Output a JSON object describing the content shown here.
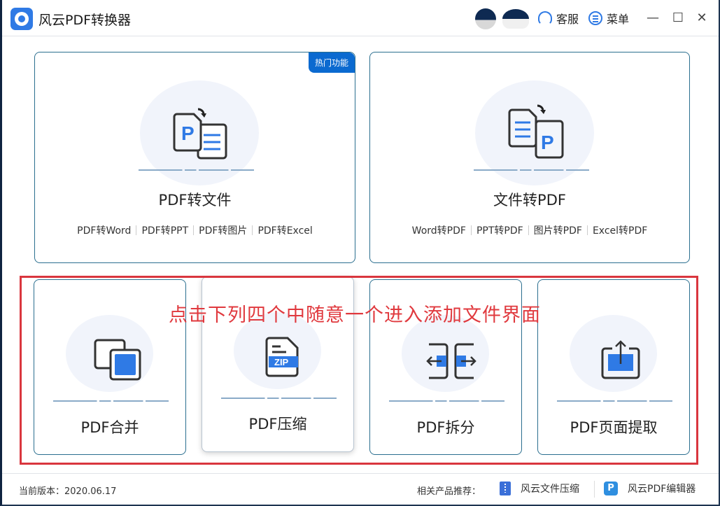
{
  "titlebar": {
    "app_name": "风云PDF转换器",
    "customer_service_label": "客服",
    "menu_label": "菜单",
    "minimize_glyph": "—",
    "maximize_glyph": "☐",
    "close_glyph": "✕"
  },
  "top_cards": [
    {
      "title": "PDF转文件",
      "badge": "热门功能",
      "links": [
        "PDF转Word",
        "PDF转PPT",
        "PDF转图片",
        "PDF转Excel"
      ]
    },
    {
      "title": "文件转PDF",
      "links": [
        "Word转PDF",
        "PPT转PDF",
        "图片转PDF",
        "Excel转PDF"
      ]
    }
  ],
  "tool_cards": [
    {
      "title": "PDF合并",
      "icon": "merge-icon"
    },
    {
      "title": "PDF压缩",
      "icon": "zip-icon"
    },
    {
      "title": "PDF拆分",
      "icon": "split-icon"
    },
    {
      "title": "PDF页面提取",
      "icon": "extract-icon"
    }
  ],
  "annotation": {
    "text": "点击下列四个中随意一个进入添加文件界面",
    "color": "#e0393e"
  },
  "footer": {
    "version_label": "当前版本：2020.06.17",
    "recommend_label": "相关产品推荐：",
    "products": [
      "风云文件压缩",
      "风云PDF编辑器"
    ]
  },
  "colors": {
    "accent": "#2f7ae5",
    "badge": "#0b6ad0",
    "card_border": "#2b6f8f"
  }
}
